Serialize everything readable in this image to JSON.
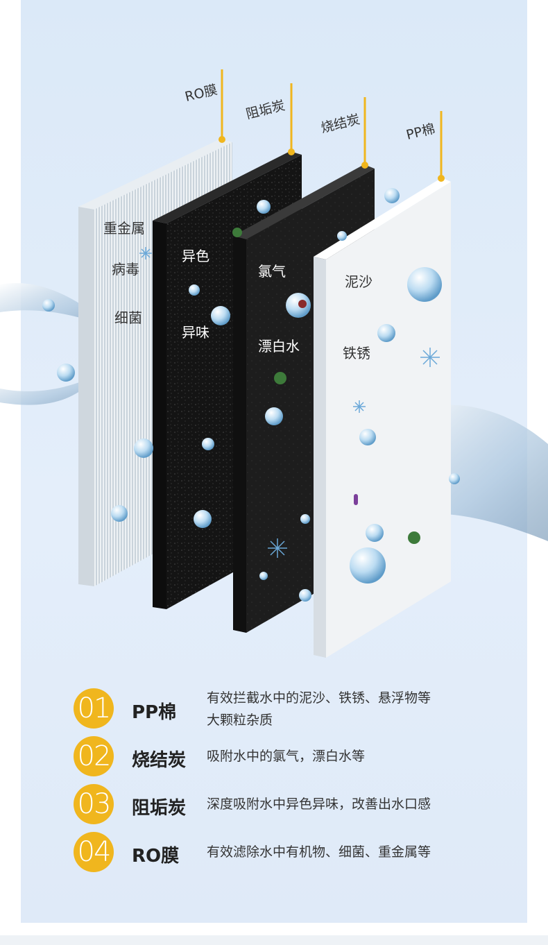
{
  "layers": [
    {
      "tag": "RO膜",
      "labels": [
        "重金属",
        "病毒",
        "细菌"
      ]
    },
    {
      "tag": "阻垢炭",
      "labels": [
        "异色",
        "异味"
      ]
    },
    {
      "tag": "烧结炭",
      "labels": [
        "氯气",
        "漂白水"
      ]
    },
    {
      "tag": "PP棉",
      "labels": [
        "泥沙",
        "铁锈"
      ]
    }
  ],
  "list": [
    {
      "num": "01",
      "name": "PP棉",
      "desc_line1": "有效拦截水中的泥沙、铁锈、悬浮物等",
      "desc_line2": "大颗粒杂质"
    },
    {
      "num": "02",
      "name": "烧结炭",
      "desc_line1": "吸附水中的氯气，漂白水等"
    },
    {
      "num": "03",
      "name": "阻垢炭",
      "desc_line1": "深度吸附水中异色异味，改善出水口感"
    },
    {
      "num": "04",
      "name": "RO膜",
      "desc_line1": "有效滤除水中有机物、细菌、重金属等"
    }
  ],
  "colors": {
    "accent": "#f0b61e",
    "background": "#dde9f8"
  }
}
